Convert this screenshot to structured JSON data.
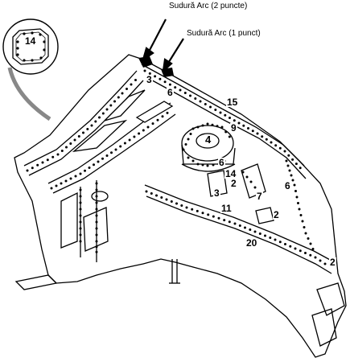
{
  "callouts": {
    "weld_two_points": "Sudură Arc (2 puncte)",
    "weld_one_point": "Sudură Arc (1 punct)"
  },
  "inset": {
    "label": "14"
  },
  "part_numbers": {
    "p3_top": "3",
    "p6_top": "6",
    "p15": "15",
    "p9": "9",
    "p4": "4",
    "p6_mid": "6",
    "p14_mid": "14",
    "p2_mid": "2",
    "p3_mid": "3",
    "p7": "7",
    "p6_right": "6",
    "p11": "11",
    "p2_right": "2",
    "p20": "20",
    "p2_bottom": "2"
  }
}
